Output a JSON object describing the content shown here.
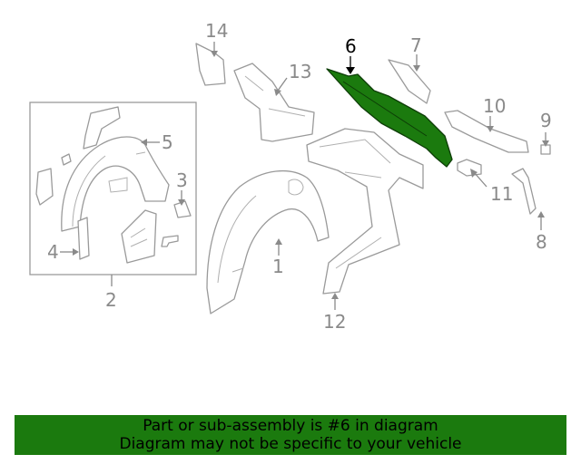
{
  "diagram": {
    "callouts": [
      "1",
      "2",
      "3",
      "4",
      "5",
      "6",
      "7",
      "8",
      "9",
      "10",
      "11",
      "12",
      "13",
      "14"
    ],
    "highlighted_callout": "6",
    "highlight_color": "#1b7a0e",
    "part_outline_color": "#9a9a9a",
    "callout_color": "#8a8a8a"
  },
  "banner": {
    "line1": "Part or sub-assembly is #6 in diagram",
    "line2": "Diagram may not be specific to your vehicle",
    "background": "#1b7a0e"
  }
}
